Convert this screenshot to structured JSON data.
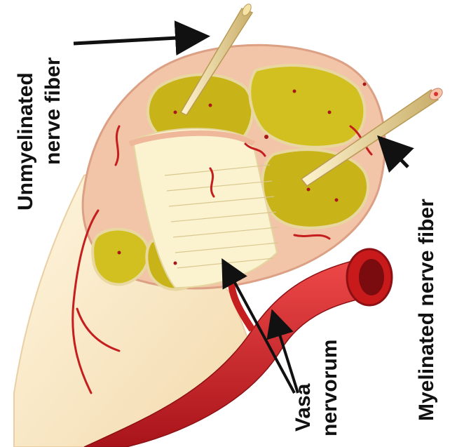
{
  "diagram": {
    "labels": {
      "unmyelinated_line1": "Unmyelinated",
      "unmyelinated_line2": "nerve fiber",
      "myelinated": "Myelinated nerve fiber",
      "vasa_line1": "Vasa",
      "vasa_line2": "nervorum"
    },
    "colors": {
      "epineurium": "#f2c4a8",
      "epineurium_edge": "#dca084",
      "fascicle": "#c8b418",
      "fascicle_light": "#d8c62a",
      "fiber_bundle": "#f6efc4",
      "nerve_trunk": "#fbe9c8",
      "artery": "#d92323",
      "artery_dark": "#a8141a",
      "vessel_small": "#c41e1e",
      "needle": "#f0dca0",
      "arrow": "#111111"
    }
  }
}
